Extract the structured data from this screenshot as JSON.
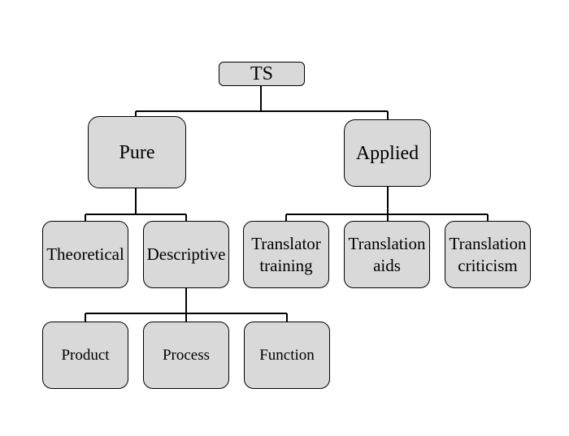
{
  "diagram": {
    "root": "TS",
    "pure": {
      "label": "Pure",
      "theoretical": "Theoretical",
      "descriptive": {
        "label": "Descriptive",
        "product": "Product",
        "process": "Process",
        "function": "Function"
      }
    },
    "applied": {
      "label": "Applied",
      "translator_training": [
        "Translator",
        "training"
      ],
      "translation_aids": [
        "Translation",
        "aids"
      ],
      "translation_criticism": [
        "Translation",
        "criticism"
      ]
    }
  }
}
